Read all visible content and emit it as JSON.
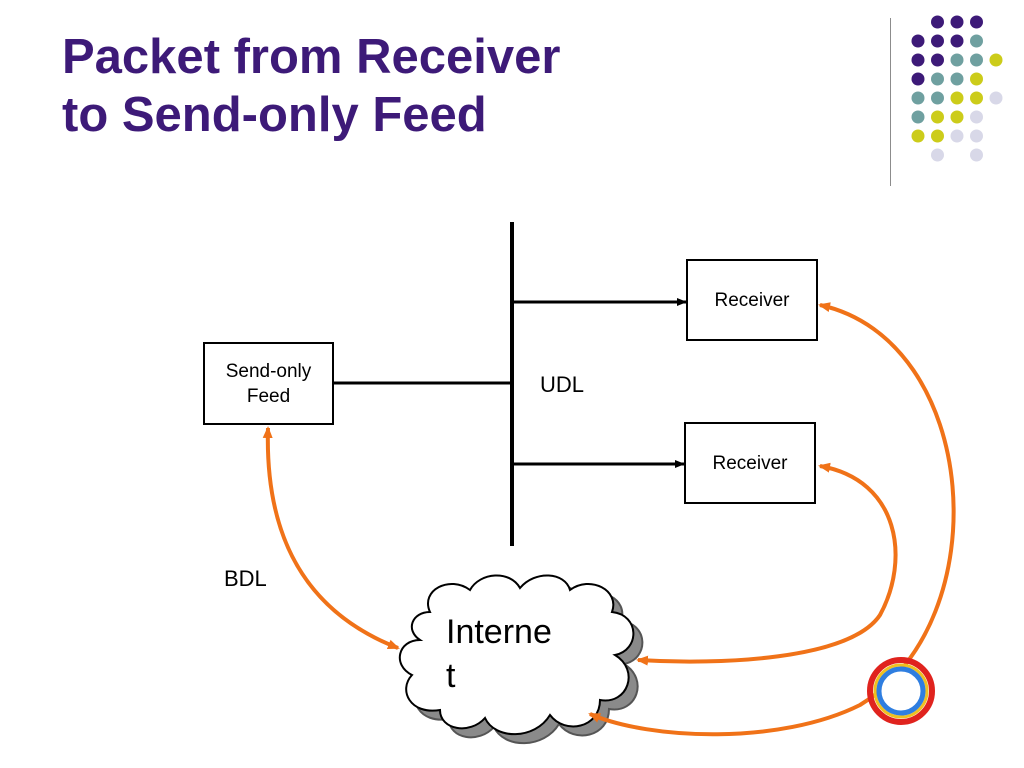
{
  "slide": {
    "title_line1": "Packet from Receiver",
    "title_line2": "to Send-only Feed"
  },
  "diagram": {
    "send_only_feed_line1": "Send-only",
    "send_only_feed_line2": "Feed",
    "receiver_top": "Receiver",
    "receiver_bottom": "Receiver",
    "udl_label": "UDL",
    "bdl_label": "BDL",
    "internet_line1": "Interne",
    "internet_line2": "t"
  },
  "colors": {
    "title": "#3d1a78",
    "arrow": "#f07218",
    "dot_purple": "#3d1a78",
    "dot_teal": "#6fa0a0",
    "dot_yellow": "#cccc1a",
    "dot_lavender": "#d8d8e8",
    "ring_red": "#e0231e",
    "ring_blue": "#2f7ee0"
  }
}
